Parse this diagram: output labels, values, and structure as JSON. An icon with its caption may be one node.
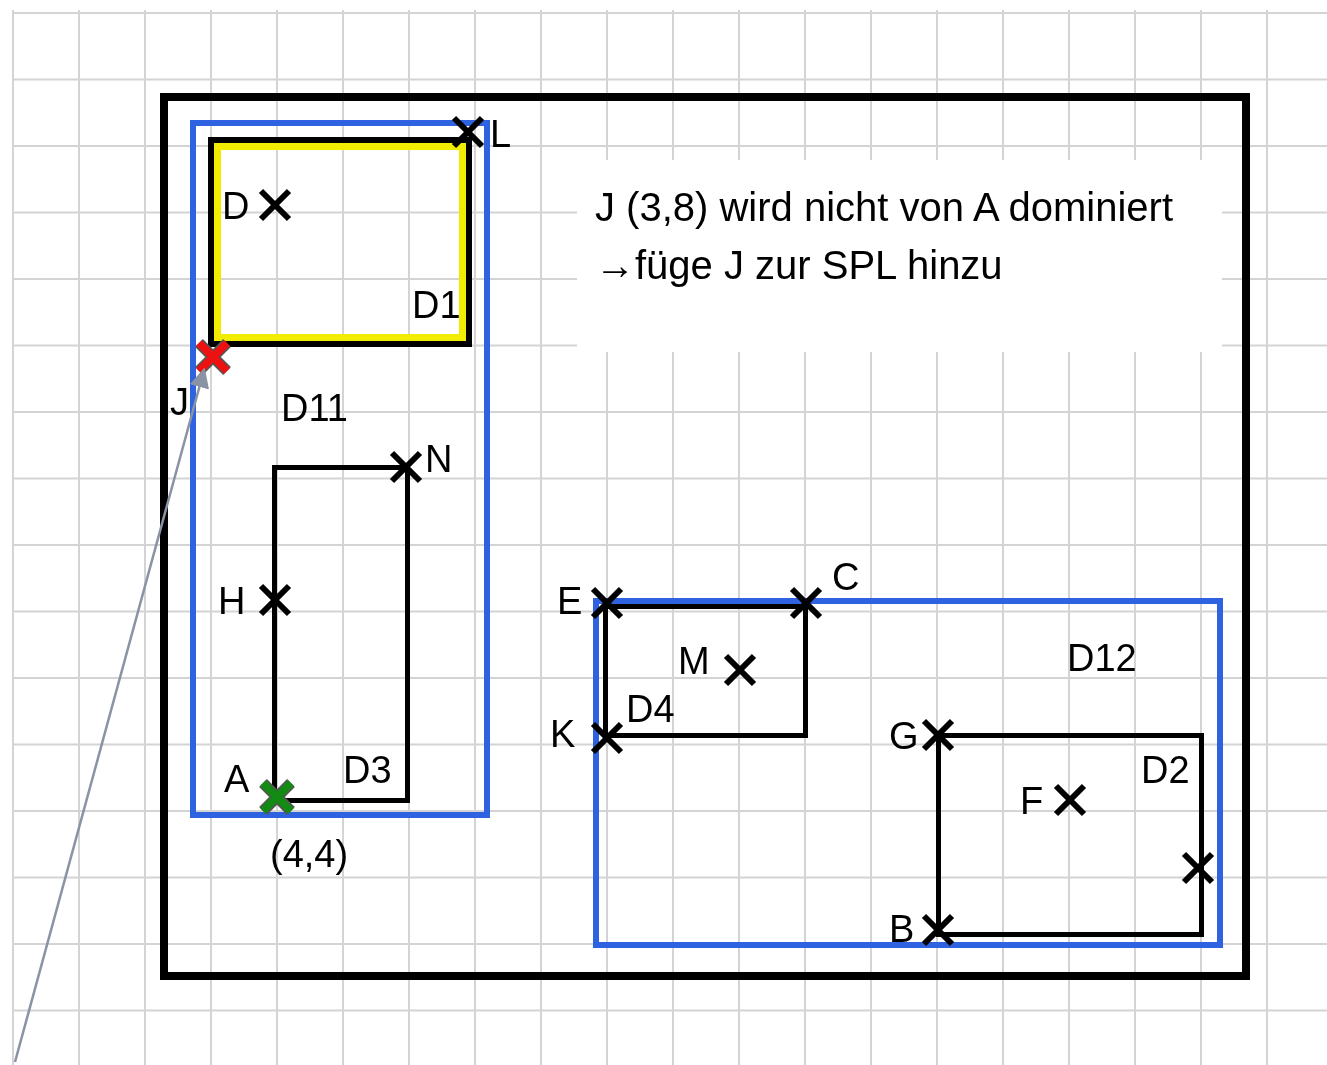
{
  "diagram": {
    "nodes": [
      {
        "text": [],
        "shape": "box"
      },
      {
        "text": [
          "D11"
        ],
        "in": 0
      },
      {
        "text": [
          "D1"
        ],
        "in": 1
      },
      {
        "text": [
          "J"
        ],
        "in": 0
      },
      {
        "text": [
          "D3"
        ],
        "in": 1
      },
      {
        "text": [
          "J (3,8) wird nicht von A dominiert →füge J zur SPL hinzu"
        ],
        "in": 0
      },
      {
        "text": [
          "D12"
        ],
        "in": 0
      },
      {
        "text": [
          "D4"
        ],
        "in": 6
      },
      {
        "text": [
          "D2"
        ],
        "in": 6
      }
    ],
    "edges": [
      {
        "from": null,
        "to": 3,
        "arrow": "to"
      }
    ],
    "labels": [
      "L",
      "D",
      "N",
      "H",
      "A",
      "(4,4)",
      "E",
      "C",
      "M",
      "K",
      "G",
      "F",
      "B"
    ]
  }
}
